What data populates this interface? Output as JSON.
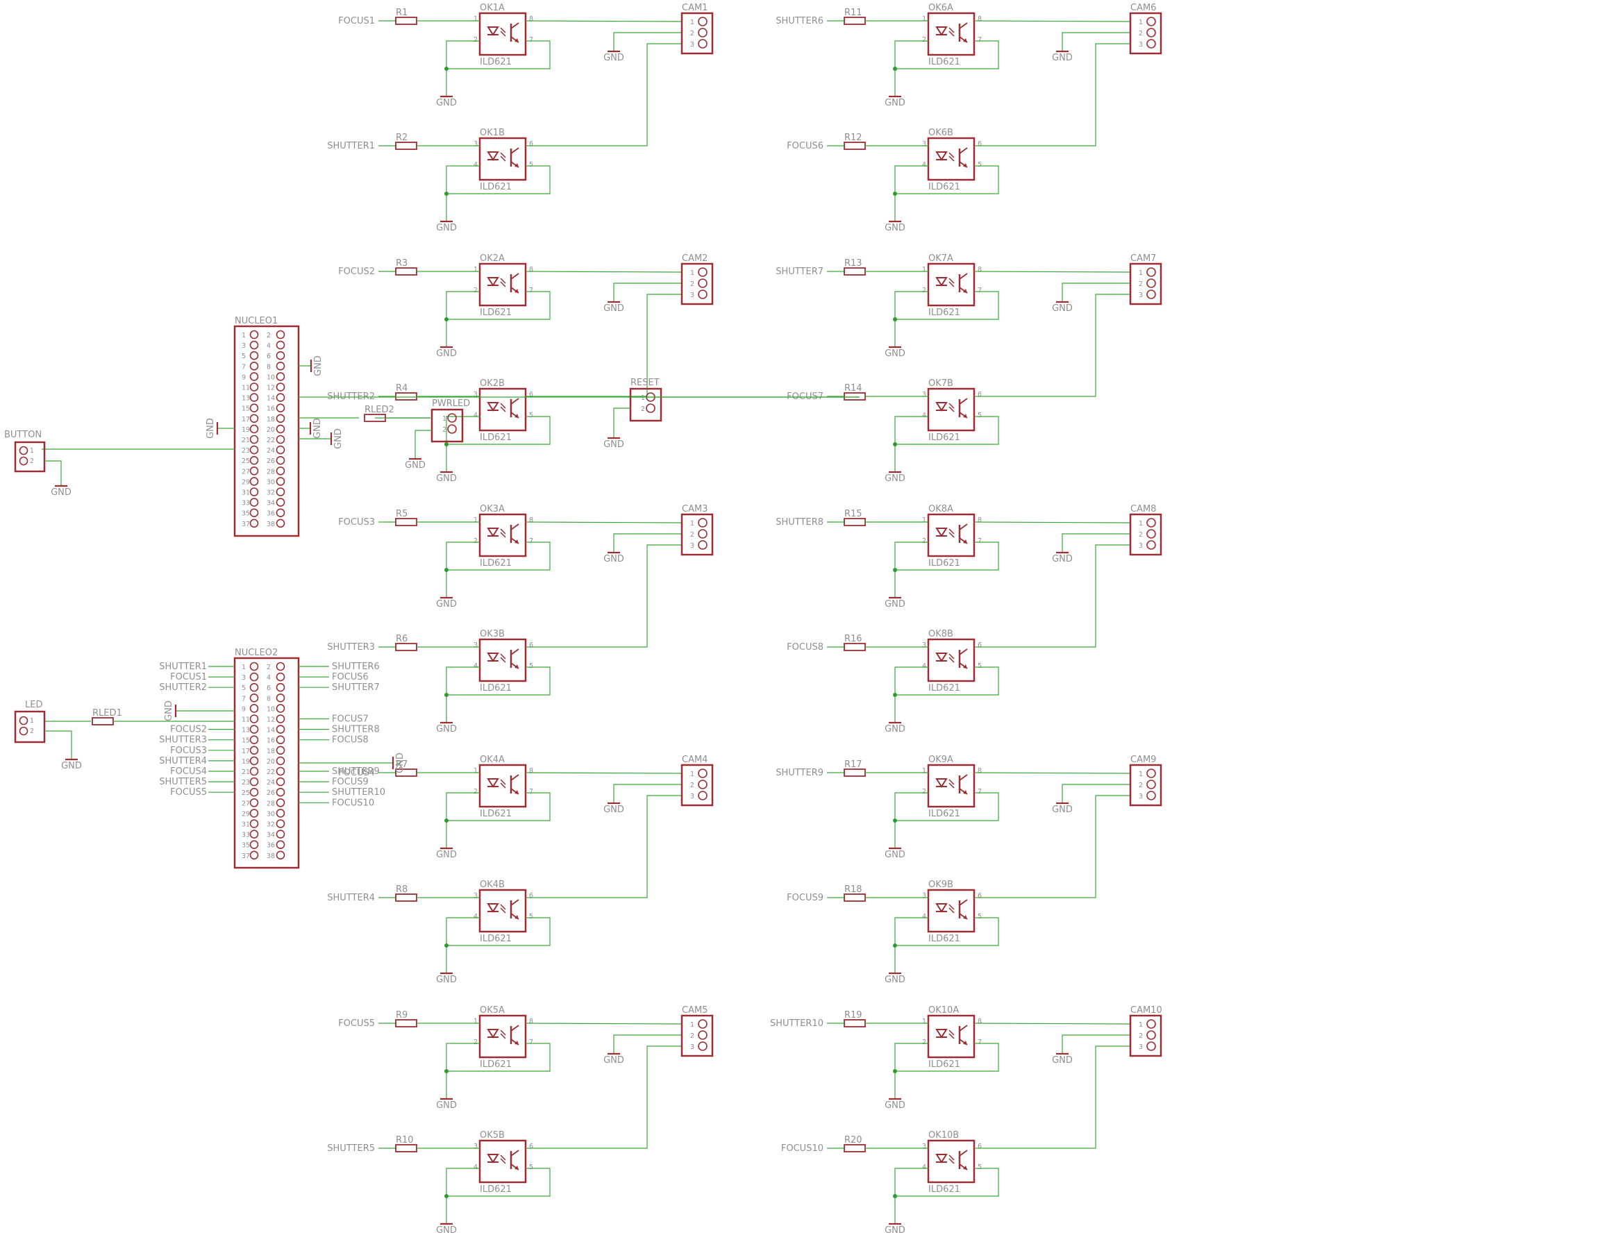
{
  "nucleo1": {
    "name": "NUCLEO1",
    "gnd_labels": [
      "GND",
      "GND",
      "GND",
      "GND"
    ],
    "pins_left": [
      "1",
      "3",
      "5",
      "7",
      "9",
      "11",
      "13",
      "15",
      "17",
      "19",
      "21",
      "23",
      "25",
      "27",
      "29",
      "31",
      "33",
      "35",
      "37"
    ],
    "pins_right": [
      "2",
      "4",
      "6",
      "8",
      "10",
      "12",
      "14",
      "16",
      "18",
      "20",
      "22",
      "24",
      "26",
      "28",
      "30",
      "32",
      "34",
      "36",
      "38"
    ]
  },
  "nucleo2": {
    "name": "NUCLEO2",
    "gnd_labels": [
      "GND",
      "GND"
    ],
    "pins_left": [
      "1",
      "3",
      "5",
      "7",
      "9",
      "11",
      "13",
      "15",
      "17",
      "19",
      "21",
      "23",
      "25",
      "27",
      "29",
      "31",
      "33",
      "35",
      "37"
    ],
    "pins_right": [
      "2",
      "4",
      "6",
      "8",
      "10",
      "12",
      "14",
      "16",
      "18",
      "20",
      "22",
      "24",
      "26",
      "28",
      "30",
      "32",
      "34",
      "36",
      "38"
    ],
    "left_nets": [
      "SHUTTER1",
      "FOCUS1",
      "SHUTTER2",
      "",
      "",
      "",
      "FOCUS2",
      "SHUTTER3",
      "FOCUS3",
      "SHUTTER4",
      "FOCUS4",
      "SHUTTER5",
      "FOCUS5"
    ],
    "right_nets": [
      "SHUTTER6",
      "FOCUS6",
      "SHUTTER7",
      "",
      "",
      "FOCUS7",
      "SHUTTER8",
      "FOCUS8",
      "",
      "",
      "SHUTTER9",
      "FOCUS9",
      "SHUTTER10",
      "FOCUS10"
    ]
  },
  "button": {
    "name": "BUTTON",
    "pins": [
      "1",
      "2"
    ],
    "gnd": "GND"
  },
  "led": {
    "name": "LED",
    "pins": [
      "1",
      "2"
    ],
    "gnd": "GND"
  },
  "reset": {
    "name": "RESET",
    "pins": [
      "1",
      "2"
    ],
    "gnd": "GND"
  },
  "pwrled": {
    "name": "PWRLED",
    "pins": [
      "1",
      "2"
    ],
    "gnd": "GND"
  },
  "rled1": {
    "name": "RLED1"
  },
  "rled2": {
    "name": "RLED2"
  },
  "channels": [
    {
      "cam": "CAM1",
      "okA": "OK1A",
      "okB": "OK1B",
      "rA": "R1",
      "rB": "R2",
      "netA": "FOCUS1",
      "netB": "SHUTTER1"
    },
    {
      "cam": "CAM2",
      "okA": "OK2A",
      "okB": "OK2B",
      "rA": "R3",
      "rB": "R4",
      "netA": "FOCUS2",
      "netB": "SHUTTER2"
    },
    {
      "cam": "CAM3",
      "okA": "OK3A",
      "okB": "OK3B",
      "rA": "R5",
      "rB": "R6",
      "netA": "FOCUS3",
      "netB": "SHUTTER3"
    },
    {
      "cam": "CAM4",
      "okA": "OK4A",
      "okB": "OK4B",
      "rA": "R7",
      "rB": "R8",
      "netA": "FOCUS4",
      "netB": "SHUTTER4"
    },
    {
      "cam": "CAM5",
      "okA": "OK5A",
      "okB": "OK5B",
      "rA": "R9",
      "rB": "R10",
      "netA": "FOCUS5",
      "netB": "SHUTTER5"
    },
    {
      "cam": "CAM6",
      "okA": "OK6A",
      "okB": "OK6B",
      "rA": "R11",
      "rB": "R12",
      "netA": "SHUTTER6",
      "netB": "FOCUS6"
    },
    {
      "cam": "CAM7",
      "okA": "OK7A",
      "okB": "OK7B",
      "rA": "R13",
      "rB": "R14",
      "netA": "SHUTTER7",
      "netB": "FOCUS7"
    },
    {
      "cam": "CAM8",
      "okA": "OK8A",
      "okB": "OK8B",
      "rA": "R15",
      "rB": "R16",
      "netA": "SHUTTER8",
      "netB": "FOCUS8"
    },
    {
      "cam": "CAM9",
      "okA": "OK9A",
      "okB": "OK9B",
      "rA": "R17",
      "rB": "R18",
      "netA": "SHUTTER9",
      "netB": "FOCUS9"
    },
    {
      "cam": "CAM10",
      "okA": "OK10A",
      "okB": "OK10B",
      "rA": "R19",
      "rB": "R20",
      "netA": "SHUTTER10",
      "netB": "FOCUS10"
    }
  ],
  "opto": {
    "part": "ILD621",
    "a_pins": [
      "1",
      "2",
      "8",
      "7"
    ],
    "b_pins": [
      "3",
      "4",
      "6",
      "5"
    ]
  },
  "cam_pins": [
    "1",
    "2",
    "3"
  ],
  "gnd_label": "GND",
  "colors": {
    "part": "#9a2e33",
    "wire": "#3aa63a",
    "text": "#8f8f8f",
    "junction": "#2f9a2f"
  }
}
